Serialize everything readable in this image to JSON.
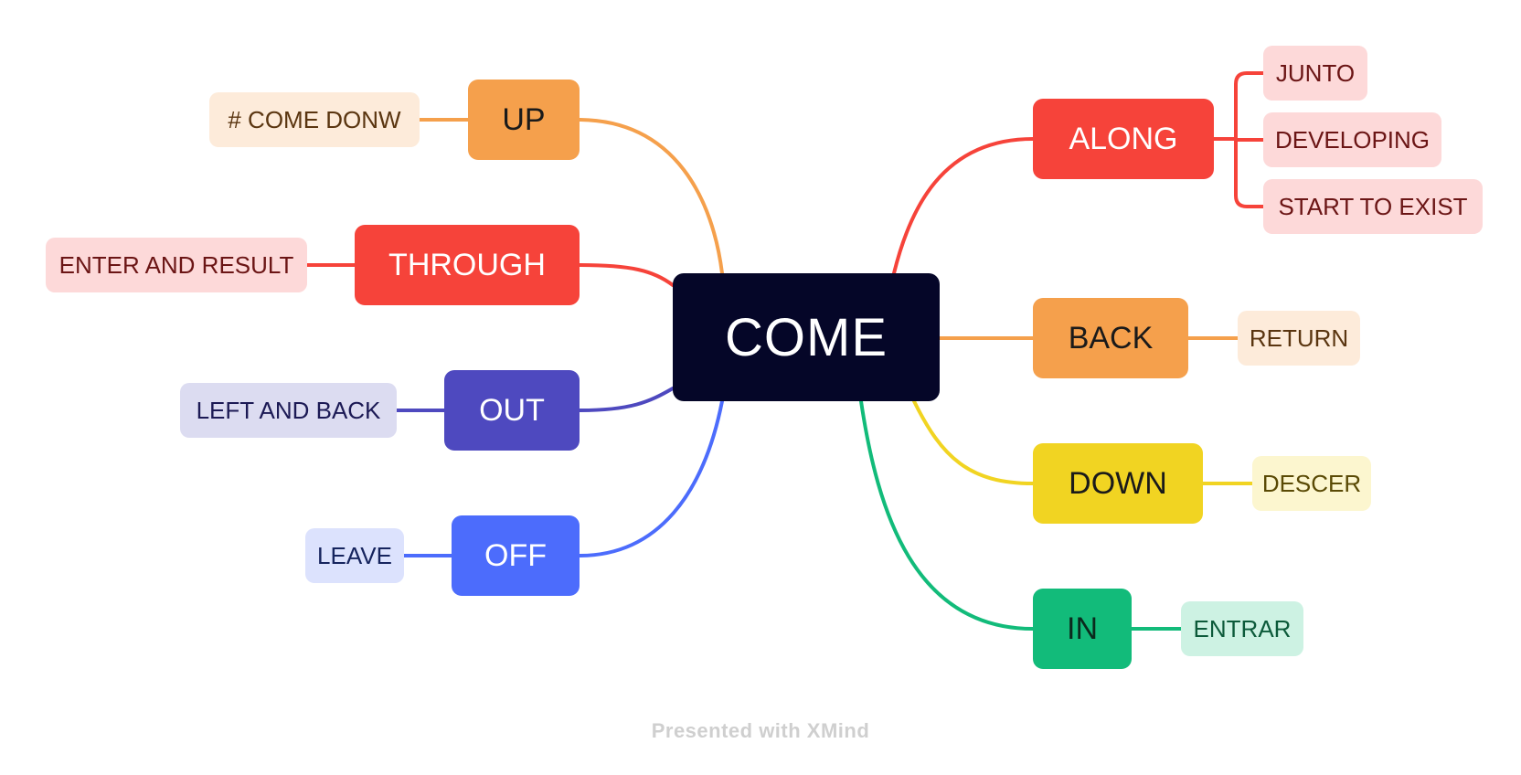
{
  "central": {
    "label": "COME",
    "color": "#050628"
  },
  "branches": {
    "up": {
      "label": "UP",
      "color": "#F5A04C",
      "text_color": "#1a1a1a",
      "children": [
        {
          "label": "# COME DONW",
          "bg": "#FDEBDA",
          "text_color": "#5a3510"
        }
      ]
    },
    "through": {
      "label": "THROUGH",
      "color": "#F6433A",
      "text_color": "#ffffff",
      "children": [
        {
          "label": "ENTER AND RESULT",
          "bg": "#FDD9D9",
          "text_color": "#6b1515"
        }
      ]
    },
    "out": {
      "label": "OUT",
      "color": "#4E49BF",
      "text_color": "#ffffff",
      "children": [
        {
          "label": "LEFT AND BACK",
          "bg": "#DCDCF1",
          "text_color": "#1c1a55"
        }
      ]
    },
    "off": {
      "label": "OFF",
      "color": "#4C6CFC",
      "text_color": "#ffffff",
      "children": [
        {
          "label": "LEAVE",
          "bg": "#DCE2FD",
          "text_color": "#16245e"
        }
      ]
    },
    "along": {
      "label": "ALONG",
      "color": "#F6433A",
      "text_color": "#ffffff",
      "children": [
        {
          "label": "JUNTO",
          "bg": "#FDD9D9",
          "text_color": "#6b1515"
        },
        {
          "label": "DEVELOPING",
          "bg": "#FDD9D9",
          "text_color": "#6b1515"
        },
        {
          "label": "START TO EXIST",
          "bg": "#FDD9D9",
          "text_color": "#6b1515"
        }
      ]
    },
    "back": {
      "label": "BACK",
      "color": "#F5A04C",
      "text_color": "#1a1a1a",
      "children": [
        {
          "label": "RETURN",
          "bg": "#FDEBDA",
          "text_color": "#5a3510"
        }
      ]
    },
    "down": {
      "label": "DOWN",
      "color": "#F1D422",
      "text_color": "#1a1a1a",
      "children": [
        {
          "label": "DESCER",
          "bg": "#FCF6CF",
          "text_color": "#5a4a05"
        }
      ]
    },
    "in": {
      "label": "IN",
      "color": "#12BB7A",
      "text_color": "#0b2a1d",
      "children": [
        {
          "label": "ENTRAR",
          "bg": "#CDF2E3",
          "text_color": "#0c5a3a"
        }
      ]
    }
  },
  "footer": "Presented with XMind"
}
